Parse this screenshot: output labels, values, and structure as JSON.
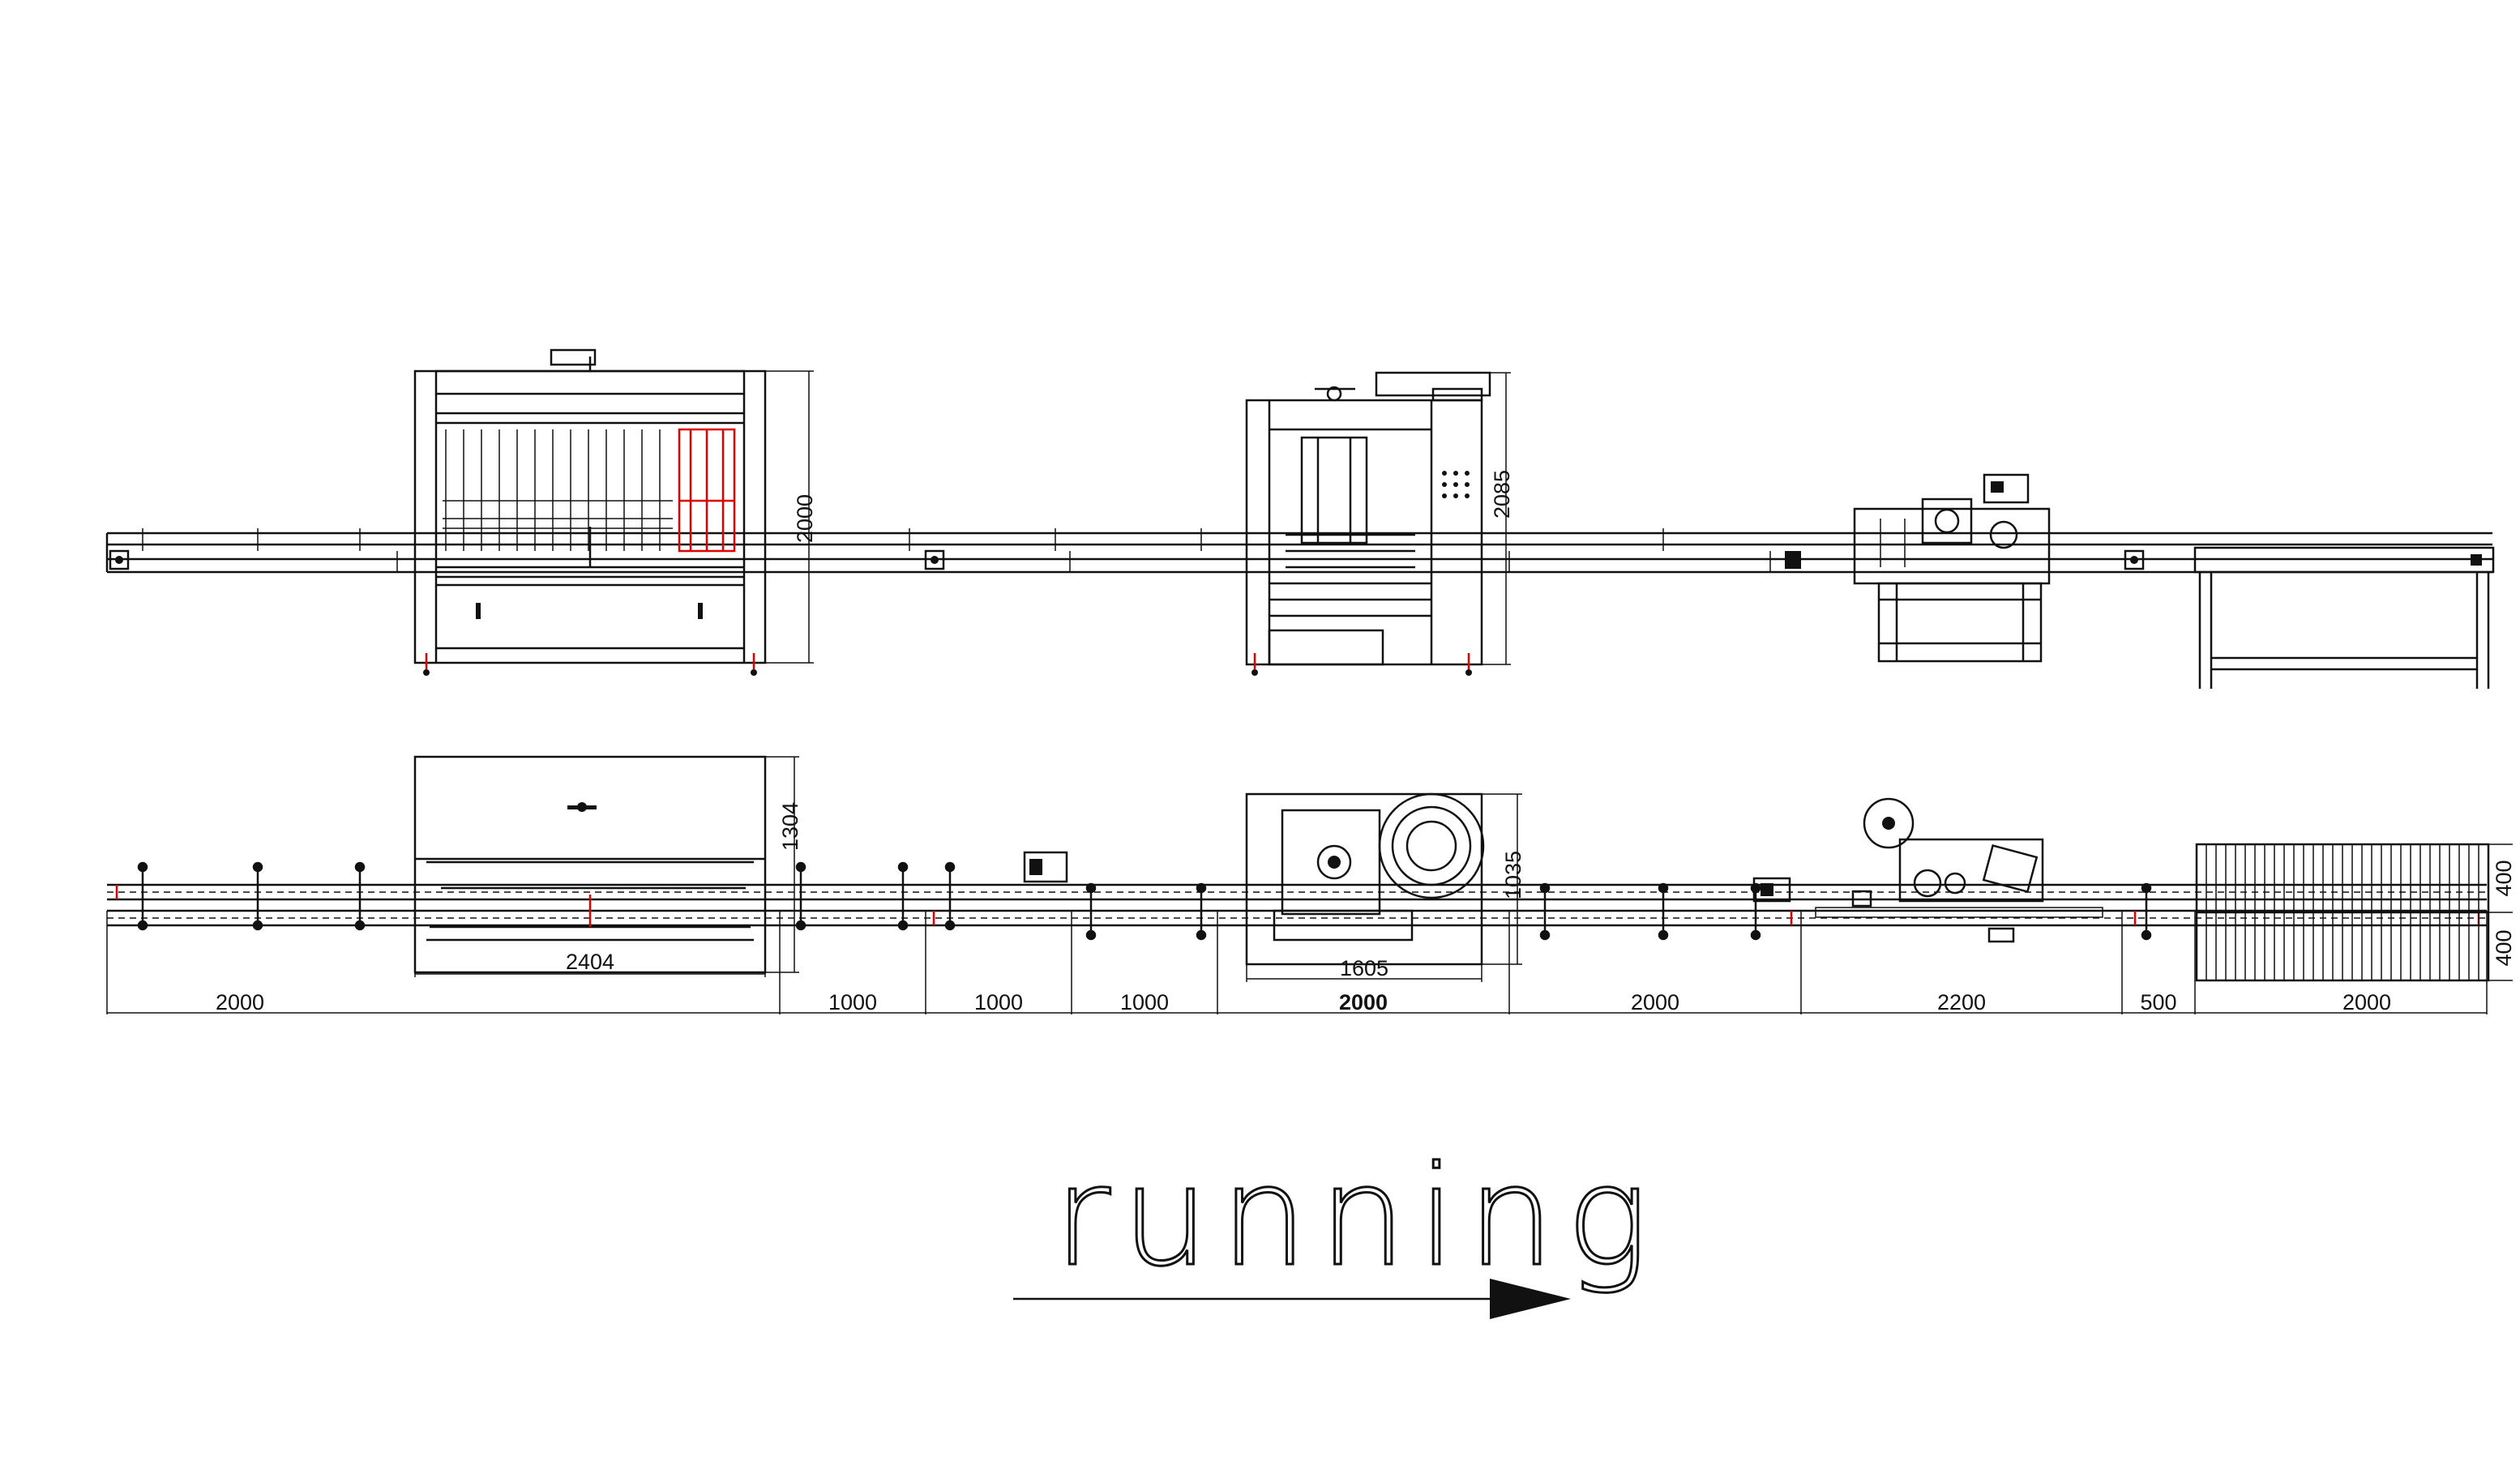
{
  "colors": {
    "line": "#111111",
    "highlight": "#e10000",
    "background": "#ffffff"
  },
  "elevation": {
    "filler_height_label": "2000",
    "capper_height_label": "2085"
  },
  "plan": {
    "filler_depth_label": "1304",
    "filler_width_label": "2404",
    "capper_depth_label": "1035",
    "capper_width_label": "1605",
    "side_labels": [
      "400",
      "400"
    ],
    "segments": [
      {
        "label": "2000",
        "bold": false
      },
      {
        "label": "1000",
        "bold": false
      },
      {
        "label": "1000",
        "bold": false
      },
      {
        "label": "1000",
        "bold": false
      },
      {
        "label": "2000",
        "bold": true
      },
      {
        "label": "2000",
        "bold": false
      },
      {
        "label": "2200",
        "bold": false
      },
      {
        "label": "500",
        "bold": false
      },
      {
        "label": "2000",
        "bold": false
      }
    ]
  },
  "direction": {
    "label": "running",
    "arrow_icon": "arrow-right-icon"
  }
}
